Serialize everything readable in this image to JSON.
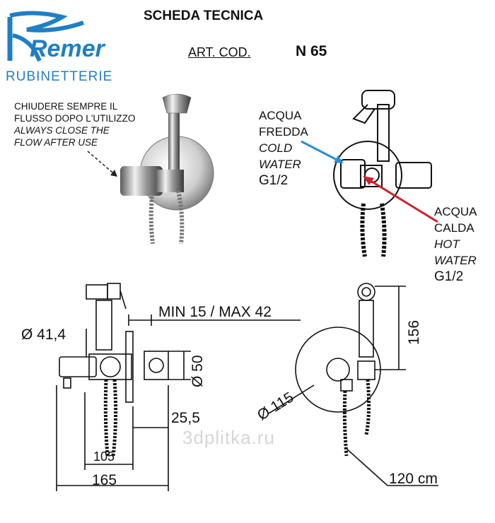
{
  "header": {
    "title": "SCHEDA TECNICA",
    "art_label": "ART. COD.",
    "art_code": "N 65"
  },
  "logo": {
    "brand_text": "Remer",
    "subtitle": "RUBINETTERIE"
  },
  "note": {
    "it_line1": "CHIUDERE SEMPRE IL",
    "it_line2": "FLUSSO DOPO L'UTILIZZO",
    "en_line1": "ALWAYS CLOSE THE",
    "en_line2": "FLOW AFTER  USE"
  },
  "cold": {
    "it1": "ACQUA",
    "it2": "FREDDA",
    "en1": "COLD",
    "en2": "WATER",
    "size": "G1/2"
  },
  "hot": {
    "it1": "ACQUA",
    "it2": "CALDA",
    "en1": "HOT",
    "en2": "WATER",
    "size": "G1/2"
  },
  "dimensions": {
    "wall_range": "MIN 15 / MAX 42",
    "handle_diameter": "Ø 41,4",
    "body_diameter": "Ø 50",
    "offset": "25,5",
    "depth_inner": "105",
    "depth_total": "165",
    "plate_diameter": "Ø 115",
    "height": "156",
    "hose_length": "120 cm"
  },
  "watermark": "3dplitka.ru",
  "colors": {
    "logo_blue": "#1f7fc4",
    "cold_arrow": "#2a8fd0",
    "hot_arrow": "#d0202a",
    "chrome_dark": "#5a5a5a"
  }
}
